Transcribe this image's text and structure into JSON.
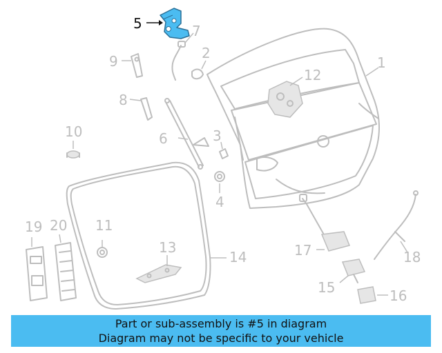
{
  "diagram": {
    "highlight_color": "#4bbcf1",
    "highlighted_part": "5",
    "callouts": [
      "1",
      "2",
      "3",
      "4",
      "5",
      "6",
      "7",
      "8",
      "9",
      "10",
      "11",
      "12",
      "13",
      "14",
      "15",
      "16",
      "17",
      "18",
      "19",
      "20"
    ]
  },
  "banner": {
    "line1": "Part or sub-assembly is #5 in diagram",
    "line2": "Diagram may not be specific to your vehicle",
    "color": "#4bbcf1"
  }
}
